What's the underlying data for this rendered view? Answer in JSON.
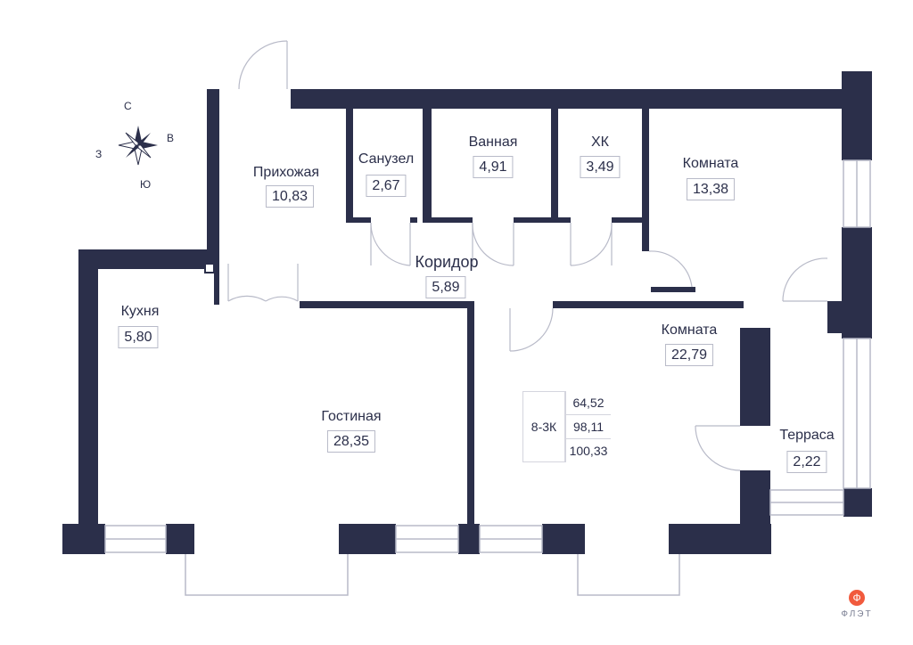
{
  "rooms": {
    "hallway": {
      "name": "Прихожая",
      "area": "10,83"
    },
    "wc": {
      "name": "Санузел",
      "area": "2,67"
    },
    "bathroom": {
      "name": "Ванная",
      "area": "4,91"
    },
    "storage": {
      "name": "ХК",
      "area": "3,49"
    },
    "room1": {
      "name": "Комната",
      "area": "13,38"
    },
    "corridor": {
      "name": "Коридор",
      "area": "5,89"
    },
    "kitchen": {
      "name": "Кухня",
      "area": "5,80"
    },
    "living": {
      "name": "Гостиная",
      "area": "28,35"
    },
    "room2": {
      "name": "Комната",
      "area": "22,79"
    },
    "terrace": {
      "name": "Терраса",
      "area": "2,22"
    }
  },
  "summary": {
    "code": "8-3К",
    "living_area": "64,52",
    "total_area": "98,11",
    "total_with_terrace": "100,33"
  },
  "compass": {
    "n": "С",
    "e": "В",
    "s": "Ю",
    "w": "З"
  },
  "logo": {
    "text": "ФЛЭТ",
    "mark": "Ф"
  },
  "colors": {
    "wall": "#2b2f4a",
    "line": "#b8bac8",
    "brand": "#f15a3d"
  }
}
